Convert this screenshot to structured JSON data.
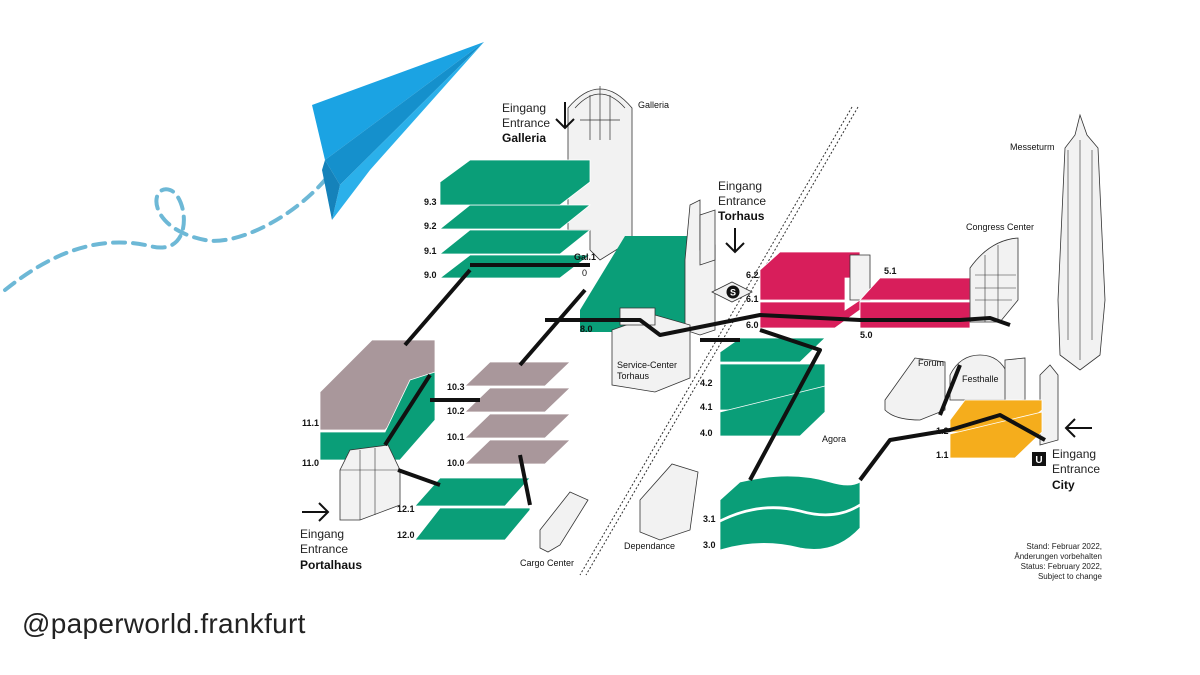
{
  "handle": "@paperworld.frankfurt",
  "colors": {
    "green": "#0a9e78",
    "pink": "#d81e5b",
    "mauve": "#a9979b",
    "yellow": "#f5ad1c",
    "plane": "#1ba3e3",
    "dash": "#6db8d6"
  },
  "entrances": {
    "galleria": {
      "de": "Eingang",
      "en": "Entrance",
      "name": "Galleria"
    },
    "torhaus": {
      "de": "Eingang",
      "en": "Entrance",
      "name": "Torhaus"
    },
    "city": {
      "de": "Eingang",
      "en": "Entrance",
      "name": "City"
    },
    "portalhaus": {
      "de": "Eingang",
      "en": "Entrance",
      "name": "Portalhaus"
    }
  },
  "buildings": {
    "galleria": "Galleria",
    "messeturm": "Messeturm",
    "congress": "Congress Center",
    "service1": "Service-Center",
    "service2": "Torhaus",
    "agora": "Agora",
    "forum": "Forum",
    "festhalle": "Festhalle",
    "cargo": "Cargo Center",
    "dependance": "Dependance"
  },
  "halls": {
    "h93": "9.3",
    "h92": "9.2",
    "h91": "9.1",
    "h90": "9.0",
    "gal1": "Gal.1",
    "h0": "0",
    "h80": "8.0",
    "h62": "6.2",
    "h61": "6.1",
    "h60": "6.0",
    "h51": "5.1",
    "h50": "5.0",
    "h42": "4.2",
    "h41": "4.1",
    "h40": "4.0",
    "h111": "11.1",
    "h110": "11.0",
    "h103": "10.3",
    "h102": "10.2",
    "h101": "10.1",
    "h100": "10.0",
    "h121": "12.1",
    "h120": "12.0",
    "h31": "3.1",
    "h30": "3.0",
    "h12": "1.2",
    "h11": "1.1"
  },
  "icons": {
    "sbahn": "S",
    "ubahn": "U"
  },
  "note": {
    "l1": "Stand: Februar 2022,",
    "l2": "Änderungen vorbehalten",
    "l3": "Status: February 2022,",
    "l4": "Subject to change"
  }
}
